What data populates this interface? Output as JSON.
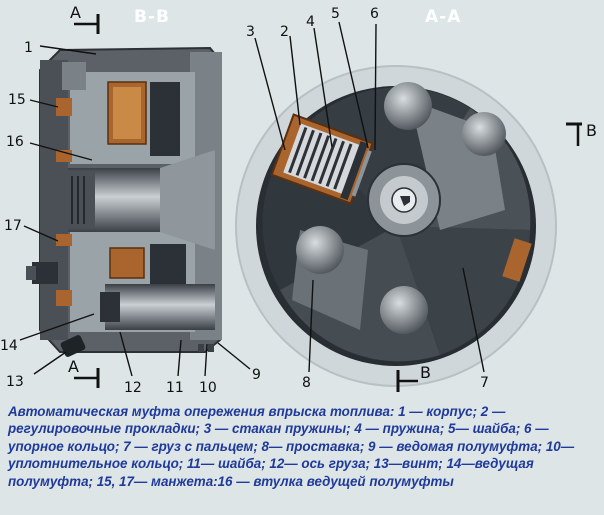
{
  "section_labels": {
    "bb": "В-В",
    "aa": "А-А",
    "a": "А",
    "b": "В"
  },
  "callouts": [
    "1",
    "2",
    "3",
    "4",
    "5",
    "6",
    "7",
    "8",
    "9",
    "10",
    "11",
    "12",
    "13",
    "14",
    "15",
    "16",
    "17"
  ],
  "caption": "Автоматическая муфта опережения впрыска топлива: 1 — корпус; 2 — регулировочные прокладки; 3 — стакан пружины; 4 — пружина; 5— шайба; 6 — упорное кольцо; 7 — груз с пальцем; 8— проставка; 9 — ведомая полумуфта; 10— уплотнительное кольцо; 11— шайба; 12— ось груза; 13—винт; 14—ведущая полумуфта; 15, 17— манжета:16 — втулка ведущей полумуфты",
  "colors": {
    "background": "#dde5e6",
    "caption_text": "#1f3a9a",
    "metal_dark": "#2b3137",
    "metal_mid": "#5b6167",
    "metal_light": "#a4abb0",
    "copper": "#a9652d"
  }
}
